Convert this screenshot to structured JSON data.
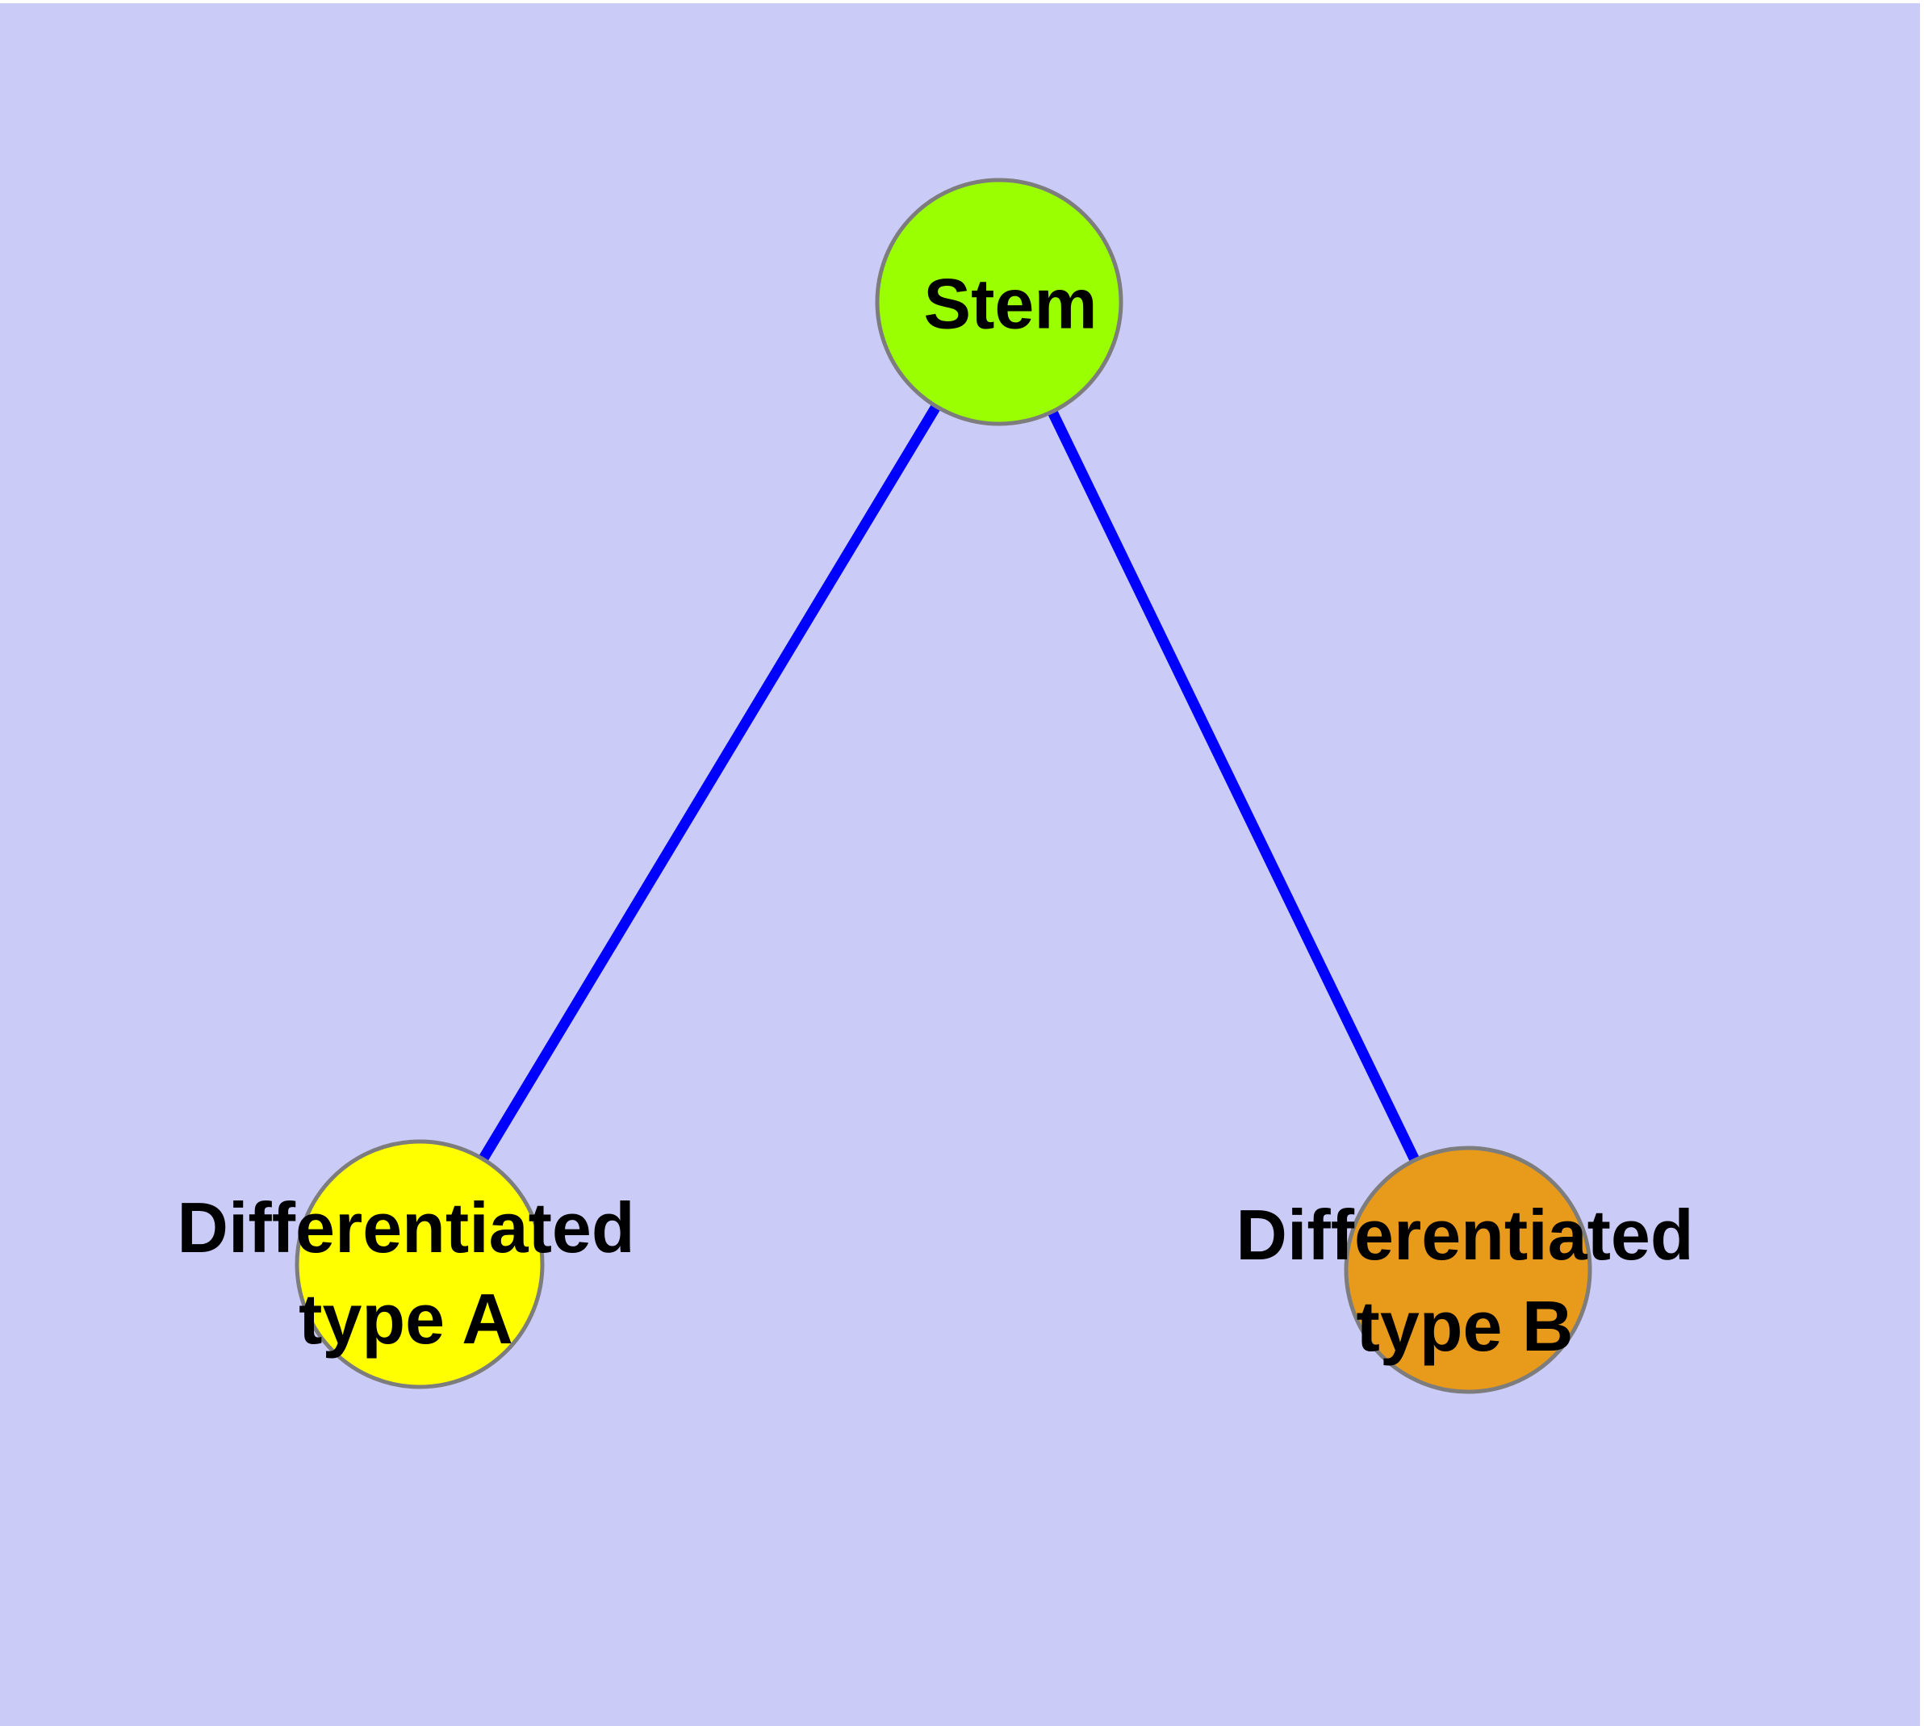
{
  "diagram": {
    "type": "graph",
    "background_color": "#CBCBF8",
    "margin_color": "#FFFFFF",
    "edge_color": "#0000FF",
    "node_border_color": "#7D7D7D",
    "label_color": "#000000",
    "nodes": [
      {
        "id": "stem",
        "label": "Stem",
        "color": "#9AFF00"
      },
      {
        "id": "differentiated-type-a",
        "label": "Differentiated type A",
        "label_lines": [
          "Differentiated",
          "type A"
        ],
        "color": "#FFFF00"
      },
      {
        "id": "differentiated-type-b",
        "label": "Differentiated type B",
        "label_lines": [
          "Differentiated",
          "type B"
        ],
        "color": "#E89A1B"
      }
    ],
    "edges": [
      {
        "from": "Stem",
        "to": "Differentiated type A"
      },
      {
        "from": "Stem",
        "to": "Differentiated type B"
      }
    ]
  }
}
